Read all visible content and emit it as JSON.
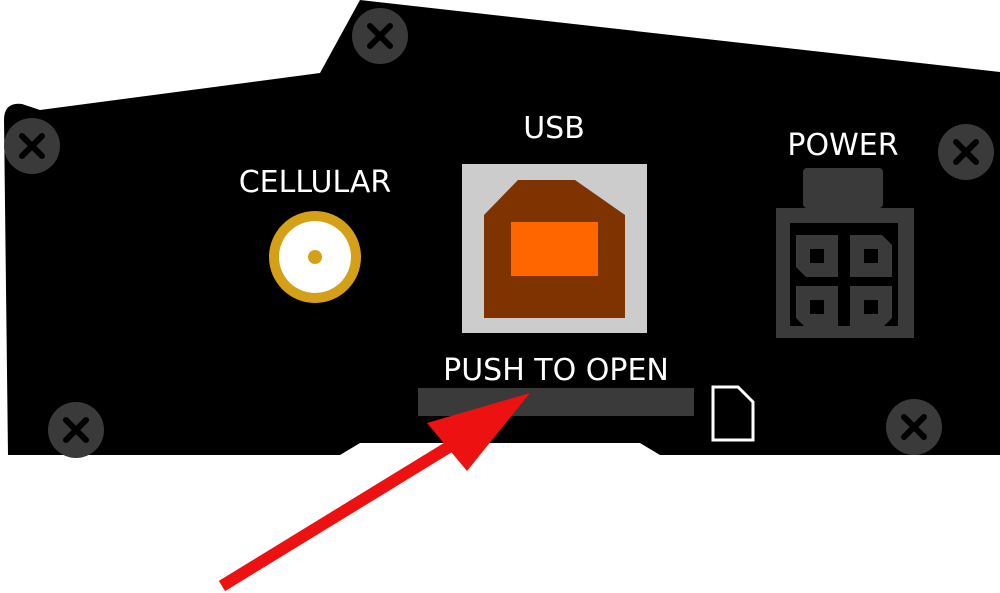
{
  "labels": {
    "cellular": "CELLULAR",
    "usb": "USB",
    "power": "POWER",
    "sd_slot": "PUSH TO OPEN"
  },
  "icons": {
    "screw": "screw-x-icon",
    "antenna": "sma-connector-icon",
    "usb": "usb-b-port-icon",
    "power": "molex-4pin-icon",
    "sd_card": "sd-card-icon",
    "arrow": "red-arrow-icon"
  },
  "colors": {
    "panel": "#000000",
    "screw": "#3a3a3a",
    "antenna_ring": "#d4a017",
    "usb_frame": "#cccccc",
    "usb_body": "#7f3300",
    "usb_core": "#ff6600",
    "power_body": "#3a3a3a",
    "sd_slot": "#3a3a3a",
    "arrow": "#ee1111"
  }
}
